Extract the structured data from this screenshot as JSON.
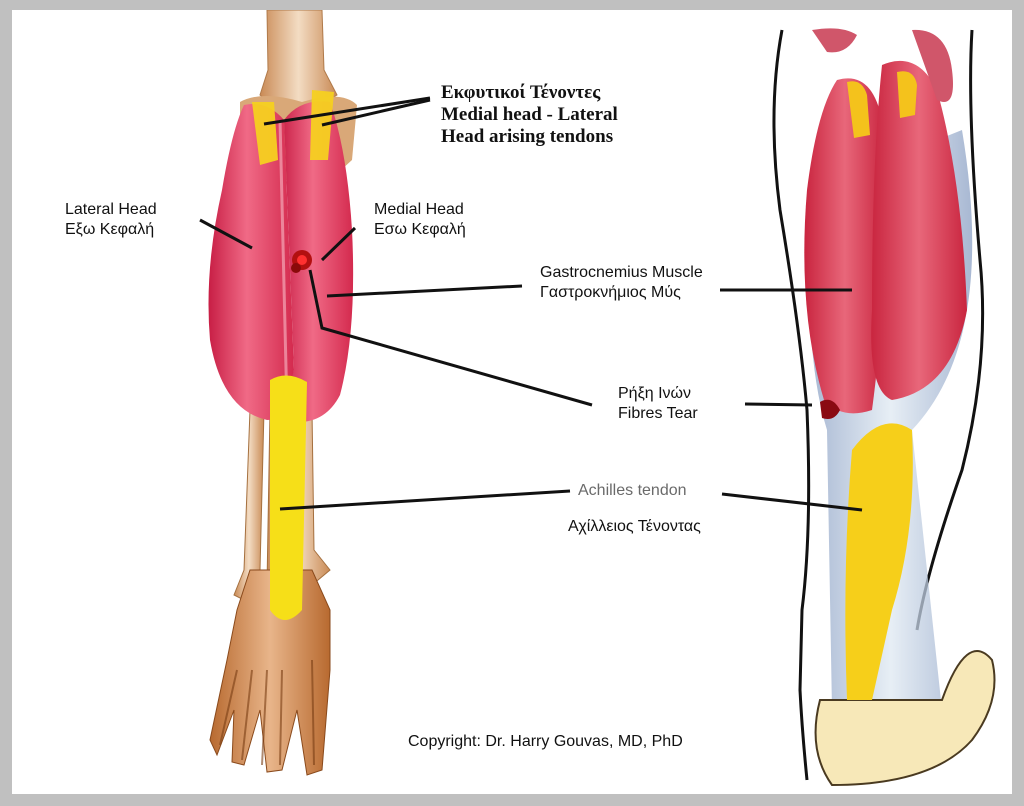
{
  "diagram": {
    "title_block": {
      "line1": "Εκφυτικοί Τένοντες",
      "line2": "Medial head - Lateral",
      "line3": "Head arising tendons"
    },
    "labels": {
      "lateral_head": {
        "en": "Lateral Head",
        "el": "Εξω Κεφαλή"
      },
      "medial_head": {
        "en": "Medial Head",
        "el": "Εσω Κεφαλή"
      },
      "gastrocnemius": {
        "en": "Gastrocnemius Muscle",
        "el": "Γαστροκνήμιος Μύς"
      },
      "fibres_tear": {
        "el": "Ρήξη Ινών",
        "en": "Fibres Tear"
      },
      "achilles": {
        "en": "Achilles tendon",
        "el": "Αχίλλειος Τένοντας"
      }
    },
    "copyright": "Copyright: Dr. Harry Gouvas, MD, PhD",
    "views": [
      "posterior-skeletal-leg",
      "lateral-calf-view"
    ],
    "colors": {
      "muscle": "#d9304f",
      "tendon": "#f5d800",
      "bone": "#e9c9a6",
      "border": "#c0c0c0",
      "leader_line": "#111111"
    }
  }
}
